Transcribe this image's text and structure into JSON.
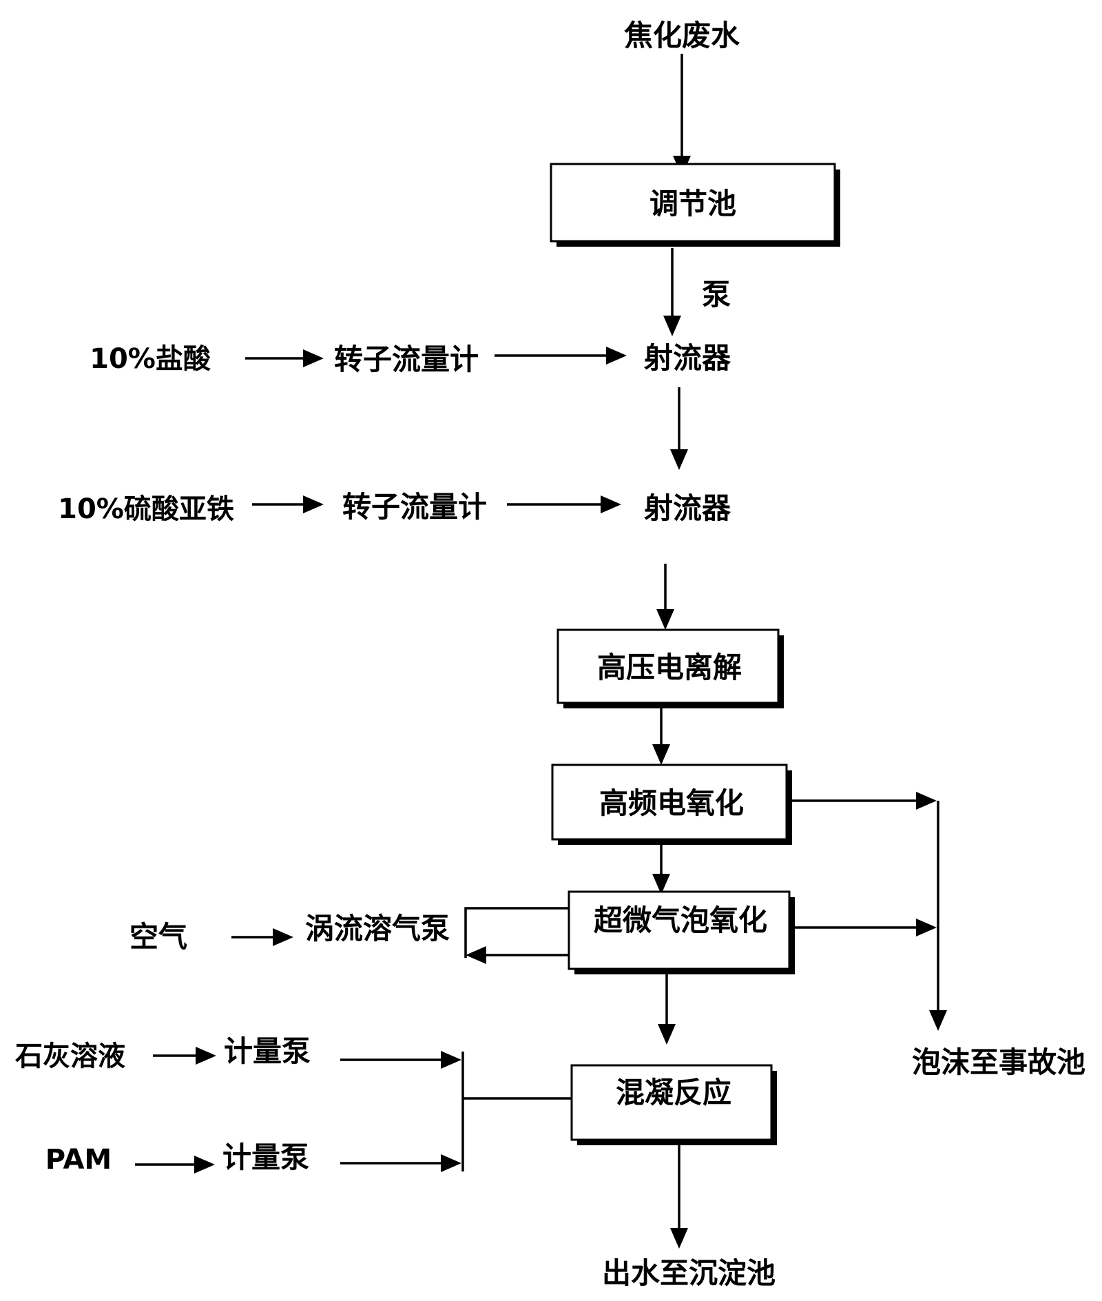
{
  "input": {
    "coking_wastewater": "焦化废水"
  },
  "process": {
    "regulating_tank": "调节池",
    "pump": "泵",
    "high_voltage_ionization": "高压电离解",
    "high_freq_oxidation": "高频电氧化",
    "micro_bubble_oxidation": "超微气泡氧化",
    "coagulation": "混凝反应"
  },
  "dosing_hcl": {
    "reagent": "10%盐酸",
    "meter": "转子流量计",
    "ejector": "射流器"
  },
  "dosing_feso4": {
    "reagent": "10%硫酸亚铁",
    "meter": "转子流量计",
    "ejector": "射流器"
  },
  "air": {
    "source": "空气",
    "pump": "涡流溶气泵"
  },
  "lime": {
    "source": "石灰溶液",
    "pump": "计量泵"
  },
  "pam": {
    "source": "PAM",
    "pump": "计量泵"
  },
  "outputs": {
    "foam": "泡沫至事故池",
    "effluent": "出水至沉淀池"
  }
}
